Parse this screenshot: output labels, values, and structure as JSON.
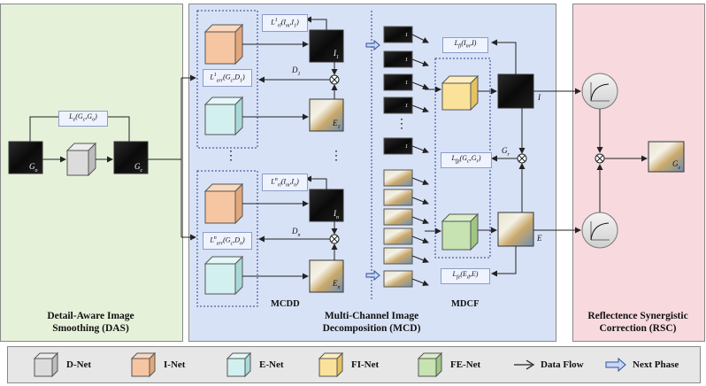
{
  "panels": {
    "das": {
      "title_line1": "Detail-Aware Image",
      "title_line2": "Smoothing (DAS)",
      "color": "#e6f1da"
    },
    "mcd": {
      "title_line1": "Multi-Channel Image",
      "title_line2": "Decomposition (MCD)",
      "color": "#d8e2f6"
    },
    "rsc": {
      "title_line1": "Reflectence Synergistic",
      "title_line2": "Correction (RSC)",
      "color": "#f7d9de"
    }
  },
  "sublabels": {
    "mcdd": "MCDD",
    "mdcf": "MDCF"
  },
  "losses": {
    "le": "L_e(G_c, G_o)",
    "lrl1": "L^1_rl(I_m, I_1)",
    "lerr1": "L^1_err(G_c, D_1)",
    "lrln": "L^n_rl(I_m, I_n)",
    "lerrn": "L^n_err(G_c, D_n)",
    "lfi": "L_fi(I_m, I)",
    "lfp": "L_fp(G_c, G_r)",
    "lfe": "L_fe(E_d, E)"
  },
  "labels": {
    "go": "G_o",
    "gc": "G_c",
    "d1": "D_1",
    "dn": "D_n",
    "i1": "I_1",
    "in": "I_n",
    "e1": "E_1",
    "en": "E_n",
    "i": "I",
    "e": "E",
    "gr": "G_r",
    "ge": "G_e",
    "stack_index": "1",
    "dots": "⋮"
  },
  "legend": {
    "items": [
      {
        "label": "D-Net",
        "color": "#dcdcdc"
      },
      {
        "label": "I-Net",
        "color": "#f6c6a2"
      },
      {
        "label": "E-Net",
        "color": "#d2f0f0"
      },
      {
        "label": "FI-Net",
        "color": "#fbe29a"
      },
      {
        "label": "FE-Net",
        "color": "#c6e3b1"
      }
    ],
    "data_flow": "Data Flow",
    "next_phase": "Next Phase"
  },
  "colors": {
    "arrow": "#222",
    "next_phase_arrow": "#2f4f9a",
    "dashed_box": "#2a3f8f"
  }
}
